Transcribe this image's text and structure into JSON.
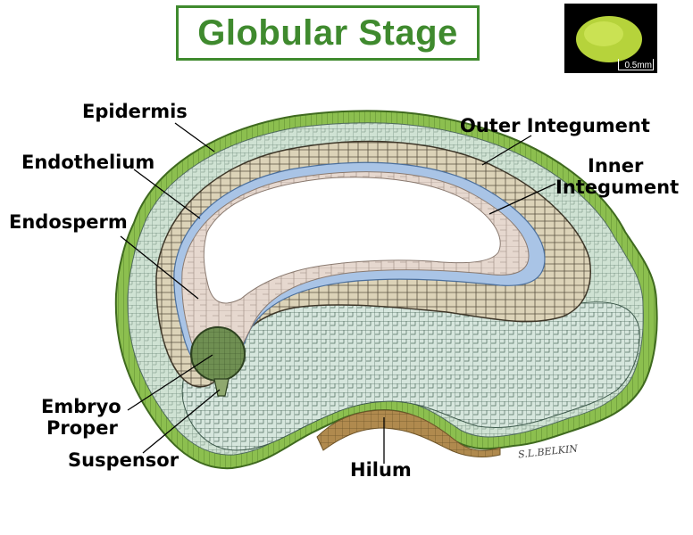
{
  "title": "Globular Stage",
  "scale_bar": "0.5mm",
  "signature": "S.L.BELKIN",
  "labels": {
    "epidermis": "Epidermis",
    "endothelium": "Endothelium",
    "endosperm": "Endosperm",
    "embryo_proper_1": "Embryo",
    "embryo_proper_2": "Proper",
    "suspensor": "Suspensor",
    "outer_integument": "Outer Integument",
    "inner_integument_1": "Inner",
    "inner_integument_2": "Integument",
    "hilum": "Hilum"
  },
  "colors": {
    "title_green": "#3f8a2e",
    "epidermis_green": "#8cbf4f",
    "outer_integument": "#cfe2d3",
    "inner_integument": "#dcd3b8",
    "endothelium": "#a9c4e6",
    "endosperm": "#e6d8cf",
    "embryo": "#6f8f52",
    "hilum": "#b08a4e"
  }
}
